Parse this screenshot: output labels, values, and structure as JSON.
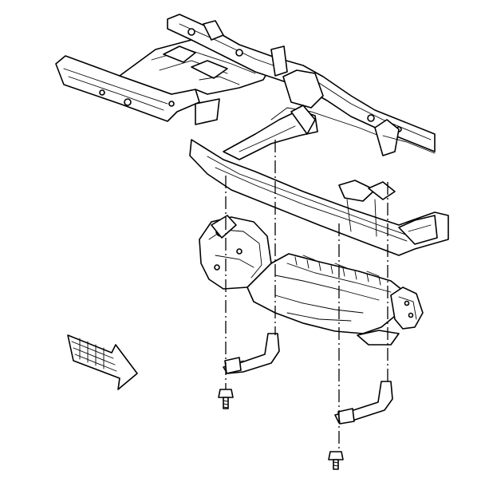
{
  "diagram": {
    "type": "exploded-assembly-illustration",
    "text_labels": [],
    "components": [
      {
        "id": "vehicle-frame",
        "name": "frame"
      },
      {
        "id": "fuel-tank-shield",
        "name": "shield"
      },
      {
        "id": "strap-left",
        "name": "strap"
      },
      {
        "id": "strap-right",
        "name": "strap"
      },
      {
        "id": "bolt-left",
        "name": "bolt"
      },
      {
        "id": "bolt-right",
        "name": "bolt"
      }
    ],
    "front_arrow_icon": "front-direction-arrow-icon",
    "colors": {
      "line": "#000000",
      "background": "#ffffff"
    }
  }
}
